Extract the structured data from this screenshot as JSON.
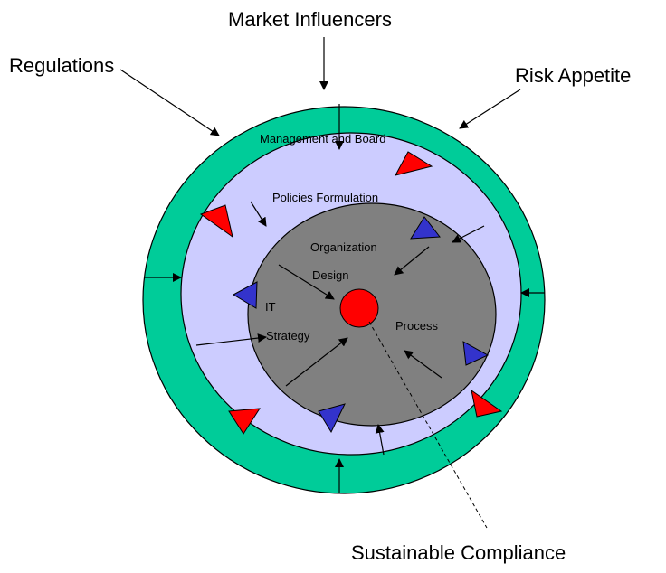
{
  "labels": {
    "market_influencers": "Market Influencers",
    "regulations": "Regulations",
    "risk_appetite": "Risk Appetite",
    "management_board": "Management and Board",
    "policies_formulation": "Policies Formulation",
    "organization": "Organization",
    "design": "Design",
    "it": "IT",
    "strategy": "Strategy",
    "process": "Process",
    "sustainable_compliance": "Sustainable Compliance"
  },
  "colors": {
    "outer_ring": "#00cc99",
    "middle_ring": "#ccccff",
    "inner_core": "#808080",
    "center_dot": "#ff0000",
    "red_triangle": "#ff0000",
    "blue_triangle": "#3333cc",
    "stroke": "#000000"
  }
}
